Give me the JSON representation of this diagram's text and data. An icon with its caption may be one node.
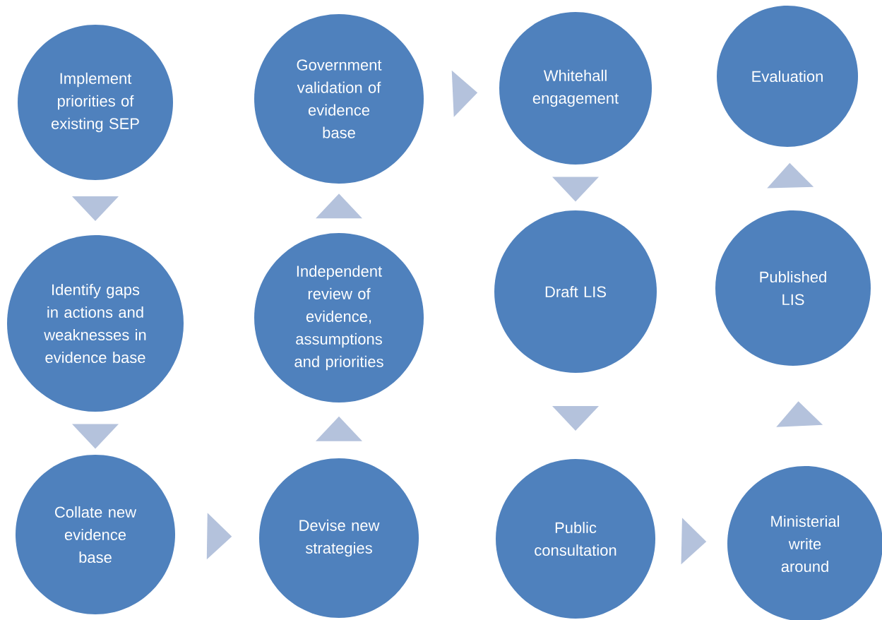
{
  "diagram": {
    "nodes": [
      {
        "text": [
          "Implement priorities of existing SEP"
        ]
      },
      {
        "text": [
          "Identify gaps in actions and weaknesses in evidence base"
        ]
      },
      {
        "text": [
          "Collate new evidence base"
        ]
      },
      {
        "text": [
          "Devise new strategies"
        ]
      },
      {
        "text": [
          "Independent review of evidence, assumptions and priorities"
        ]
      },
      {
        "text": [
          "Government validation of evidence base"
        ]
      },
      {
        "text": [
          "Whitehall engagement"
        ]
      },
      {
        "text": [
          "Draft LIS"
        ]
      },
      {
        "text": [
          "Public consultation"
        ]
      },
      {
        "text": [
          "Ministerial write around"
        ]
      },
      {
        "text": [
          "Published LIS"
        ]
      },
      {
        "text": [
          "Evaluation"
        ]
      }
    ],
    "edges": [
      {
        "from": 0,
        "to": 1,
        "arrow": "to"
      },
      {
        "from": 1,
        "to": 2,
        "arrow": "to"
      },
      {
        "from": 2,
        "to": 3,
        "arrow": "to"
      },
      {
        "from": 3,
        "to": 4,
        "arrow": "to"
      },
      {
        "from": 4,
        "to": 5,
        "arrow": "to"
      },
      {
        "from": 5,
        "to": 6,
        "arrow": "to"
      },
      {
        "from": 6,
        "to": 7,
        "arrow": "to"
      },
      {
        "from": 7,
        "to": 8,
        "arrow": "to"
      },
      {
        "from": 8,
        "to": 9,
        "arrow": "to"
      },
      {
        "from": 9,
        "to": 10,
        "arrow": "to"
      },
      {
        "from": 10,
        "to": 11,
        "arrow": "to"
      }
    ]
  }
}
